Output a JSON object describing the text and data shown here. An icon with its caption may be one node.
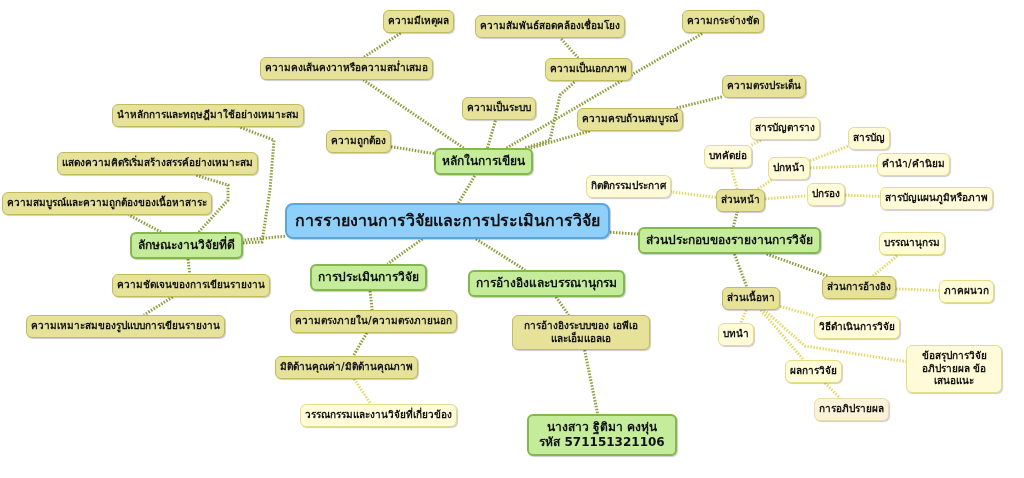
{
  "diagram": {
    "nodes": [
      {
        "text": [
          "การรายงานการวิจัยและการประเมินการวิจัย"
        ]
      },
      {
        "text": [
          "หลักในการเขียน"
        ]
      },
      {
        "text": [
          "ความถูกต้อง"
        ]
      },
      {
        "text": [
          "ความคงเส้นคงวาหรือความสม่ำเสมอ"
        ]
      },
      {
        "text": [
          "ความมีเหตุผล"
        ]
      },
      {
        "text": [
          "ความเป็นระบบ"
        ]
      },
      {
        "text": [
          "ความเป็นเอกภาพ"
        ]
      },
      {
        "text": [
          "ความสัมพันธ์สอดคล้องเชื่อมโยง"
        ]
      },
      {
        "text": [
          "ความครบถ้วนสมบูรณ์"
        ]
      },
      {
        "text": [
          "ความกระจ่างชัด"
        ]
      },
      {
        "text": [
          "ความตรงประเด็น"
        ]
      },
      {
        "text": [
          "ลักษณะงานวิจัยที่ดี"
        ]
      },
      {
        "text": [
          "นำหลักการและทฤษฎีมาใช้อย่างเหมาะสม"
        ]
      },
      {
        "text": [
          "แสดงความคิดริเริ่มสร้างสรรค์อย่างเหมาะสม"
        ]
      },
      {
        "text": [
          "ความสมบูรณ์และความถูกต้องของเนื้อหาสาระ"
        ]
      },
      {
        "text": [
          "ความชัดเจนของการเขียนรายงาน"
        ]
      },
      {
        "text": [
          "ความเหมาะสมของรูปแบบการเขียนรายงาน"
        ]
      },
      {
        "text": [
          "การประเมินการวิจัย"
        ]
      },
      {
        "text": [
          "ความตรงภายใน/ความตรงภายนอก"
        ]
      },
      {
        "text": [
          "มิติด้านคุณค่า/มิติด้านคุณภาพ"
        ]
      },
      {
        "text": [
          "วรรณกรรมและงานวิจัยที่เกี่ยวข้อง"
        ]
      },
      {
        "text": [
          "การอ้างอิงและบรรณานุกรม"
        ]
      },
      {
        "text": [
          "การอ้างอิงระบบของ เอพีเอ และเอ็มแอลเอ"
        ]
      },
      {
        "text": [
          "นางสาว ฐิติมา คงหุ่น",
          "รหัส 571151321106"
        ]
      },
      {
        "text": [
          "ส่วนประกอบของรายงานการวิจัย"
        ]
      },
      {
        "text": [
          "ส่วนหน้า"
        ]
      },
      {
        "text": [
          "กิตติกรรมประกาศ"
        ]
      },
      {
        "text": [
          "บทคัดย่อ"
        ]
      },
      {
        "text": [
          "สารบัญตาราง"
        ]
      },
      {
        "text": [
          "ปกหน้า"
        ]
      },
      {
        "text": [
          "สารบัญ"
        ]
      },
      {
        "text": [
          "คำนำ/คำนิยม"
        ]
      },
      {
        "text": [
          "ปกรอง"
        ]
      },
      {
        "text": [
          "สารบัญแผนภูมิหรือภาพ"
        ]
      },
      {
        "text": [
          "ส่วนเนื้อหา"
        ]
      },
      {
        "text": [
          "บทนำ"
        ]
      },
      {
        "text": [
          "วิธีดำเนินการวิจัย"
        ]
      },
      {
        "text": [
          "ผลการวิจัย"
        ]
      },
      {
        "text": [
          "การอภิปรายผล"
        ]
      },
      {
        "text": [
          "ข้อสรุปการวิจัย อภิปรายผล ข้อเสนอแนะ"
        ]
      },
      {
        "text": [
          "ส่วนการอ้างอิง"
        ]
      },
      {
        "text": [
          "บรรณานุกรม"
        ]
      },
      {
        "text": [
          "ภาคผนวก"
        ]
      }
    ],
    "edges": [
      {
        "from": 0,
        "to": 1,
        "arrow": "none"
      },
      {
        "from": 1,
        "to": 2,
        "arrow": "none"
      },
      {
        "from": 1,
        "to": 3,
        "arrow": "none"
      },
      {
        "from": 3,
        "to": 4,
        "arrow": "none"
      },
      {
        "from": 1,
        "to": 5,
        "arrow": "none"
      },
      {
        "from": 1,
        "to": 6,
        "arrow": "none"
      },
      {
        "from": 6,
        "to": 7,
        "arrow": "none"
      },
      {
        "from": 1,
        "to": 8,
        "arrow": "none"
      },
      {
        "from": 1,
        "to": 9,
        "arrow": "none"
      },
      {
        "from": 8,
        "to": 10,
        "arrow": "none"
      },
      {
        "from": 0,
        "to": 11,
        "arrow": "none"
      },
      {
        "from": 11,
        "to": 12,
        "arrow": "none"
      },
      {
        "from": 11,
        "to": 13,
        "arrow": "none"
      },
      {
        "from": 11,
        "to": 14,
        "arrow": "none"
      },
      {
        "from": 11,
        "to": 15,
        "arrow": "none"
      },
      {
        "from": 15,
        "to": 16,
        "arrow": "none"
      },
      {
        "from": 0,
        "to": 17,
        "arrow": "none"
      },
      {
        "from": 17,
        "to": 18,
        "arrow": "none"
      },
      {
        "from": 18,
        "to": 19,
        "arrow": "none"
      },
      {
        "from": 19,
        "to": 20,
        "arrow": "none",
        "color": "#e3d96b"
      },
      {
        "from": 0,
        "to": 21,
        "arrow": "none"
      },
      {
        "from": 21,
        "to": 22,
        "arrow": "none"
      },
      {
        "from": 22,
        "to": 23,
        "arrow": "none"
      },
      {
        "from": 0,
        "to": 24,
        "arrow": "none"
      },
      {
        "from": 24,
        "to": 25,
        "arrow": "none"
      },
      {
        "from": 25,
        "to": 26,
        "arrow": "none",
        "color": "#e3d96b"
      },
      {
        "from": 25,
        "to": 27,
        "arrow": "none",
        "color": "#e3d96b"
      },
      {
        "from": 27,
        "to": 28,
        "arrow": "none",
        "color": "#e3d96b"
      },
      {
        "from": 25,
        "to": 29,
        "arrow": "none",
        "color": "#e3d96b"
      },
      {
        "from": 29,
        "to": 30,
        "arrow": "none",
        "color": "#e3d96b"
      },
      {
        "from": 29,
        "to": 31,
        "arrow": "none",
        "color": "#e3d96b"
      },
      {
        "from": 25,
        "to": 32,
        "arrow": "none",
        "color": "#e3d96b"
      },
      {
        "from": 32,
        "to": 33,
        "arrow": "none",
        "color": "#e3d96b"
      },
      {
        "from": 24,
        "to": 34,
        "arrow": "none"
      },
      {
        "from": 34,
        "to": 35,
        "arrow": "none",
        "color": "#e3d96b"
      },
      {
        "from": 34,
        "to": 36,
        "arrow": "none",
        "color": "#e3d96b"
      },
      {
        "from": 34,
        "to": 37,
        "arrow": "none",
        "color": "#e3d96b"
      },
      {
        "from": 37,
        "to": 38,
        "arrow": "none",
        "color": "#e3d96b"
      },
      {
        "from": 34,
        "to": 39,
        "arrow": "none",
        "color": "#e3d96b"
      },
      {
        "from": 24,
        "to": 40,
        "arrow": "none"
      },
      {
        "from": 40,
        "to": 41,
        "arrow": "none",
        "color": "#e3d96b"
      },
      {
        "from": 40,
        "to": 42,
        "arrow": "none",
        "color": "#e3d96b"
      }
    ]
  }
}
